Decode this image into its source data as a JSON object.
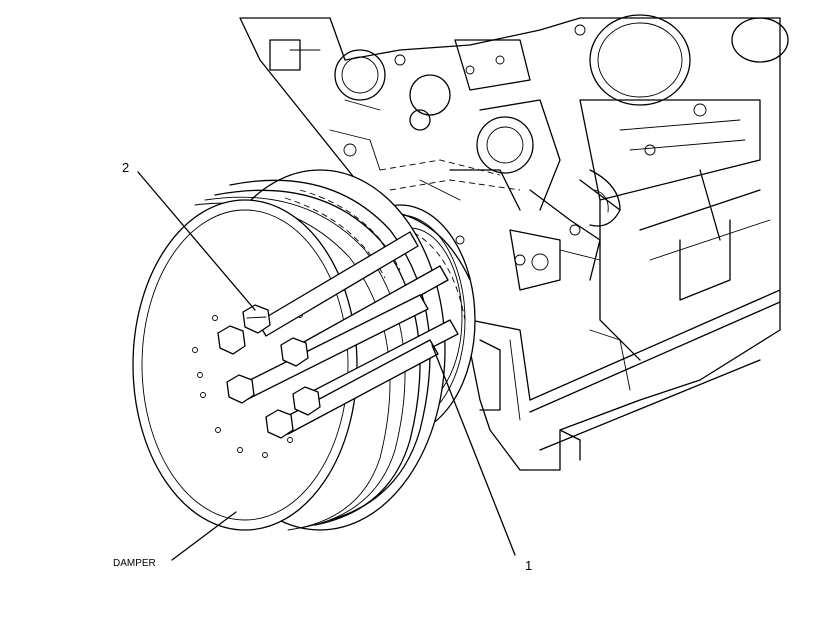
{
  "callouts": {
    "damper": "DAMPER",
    "item_1": "1",
    "item_2": "2"
  },
  "colors": {
    "line": "#000000",
    "background": "#ffffff"
  }
}
